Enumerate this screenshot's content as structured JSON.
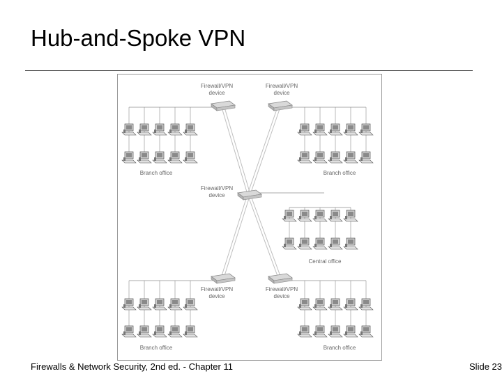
{
  "slide": {
    "title": "Hub-and-Spoke VPN",
    "footer_left": "Firewalls & Network Security, 2nd ed. - Chapter 11",
    "footer_right": "Slide 23"
  },
  "diagram": {
    "device_label_line1": "Firewall/VPN",
    "device_label_line2": "device",
    "branch_label": "Branch office",
    "central_label": "Central office",
    "colors": {
      "link": "#bfbfbf",
      "wire": "#8c8c8c",
      "device": "#d9d9d9",
      "pc": "#cfcfcf",
      "text": "#666666"
    }
  }
}
